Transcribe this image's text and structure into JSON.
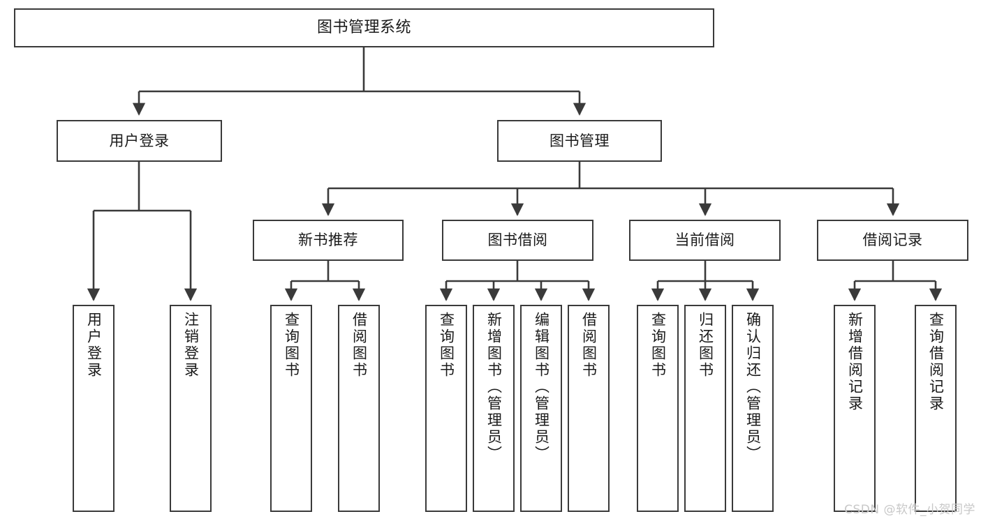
{
  "diagram": {
    "title": "图书管理系统",
    "type": "functional-structure-tree",
    "stroke_color": "#3a3a3a",
    "background_color": "#ffffff",
    "text_color": "#1a1a1a"
  },
  "nodes": {
    "root": {
      "label": "图书管理系统"
    },
    "level2": [
      {
        "label": "用户登录"
      },
      {
        "label": "图书管理"
      }
    ],
    "level3": [
      {
        "label": "新书推荐"
      },
      {
        "label": "图书借阅"
      },
      {
        "label": "当前借阅"
      },
      {
        "label": "借阅记录"
      }
    ],
    "leaves": {
      "user_login": [
        {
          "label": "用户登录"
        },
        {
          "label": "注销登录"
        }
      ],
      "new_book_recommend": [
        {
          "label": "查询图书"
        },
        {
          "label": "借阅图书"
        }
      ],
      "book_borrow": [
        {
          "label": "查询图书"
        },
        {
          "label": "新增图书（管理员）"
        },
        {
          "label": "编辑图书（管理员）"
        },
        {
          "label": "借阅图书"
        }
      ],
      "current_borrow": [
        {
          "label": "查询图书"
        },
        {
          "label": "归还图书"
        },
        {
          "label": "确认归还（管理员）"
        }
      ],
      "borrow_record": [
        {
          "label": "新增借阅记录"
        },
        {
          "label": "查询借阅记录"
        }
      ]
    }
  },
  "watermark": {
    "text": "CSDN @软件_小贺同学",
    "color": "#c8c8c8"
  }
}
